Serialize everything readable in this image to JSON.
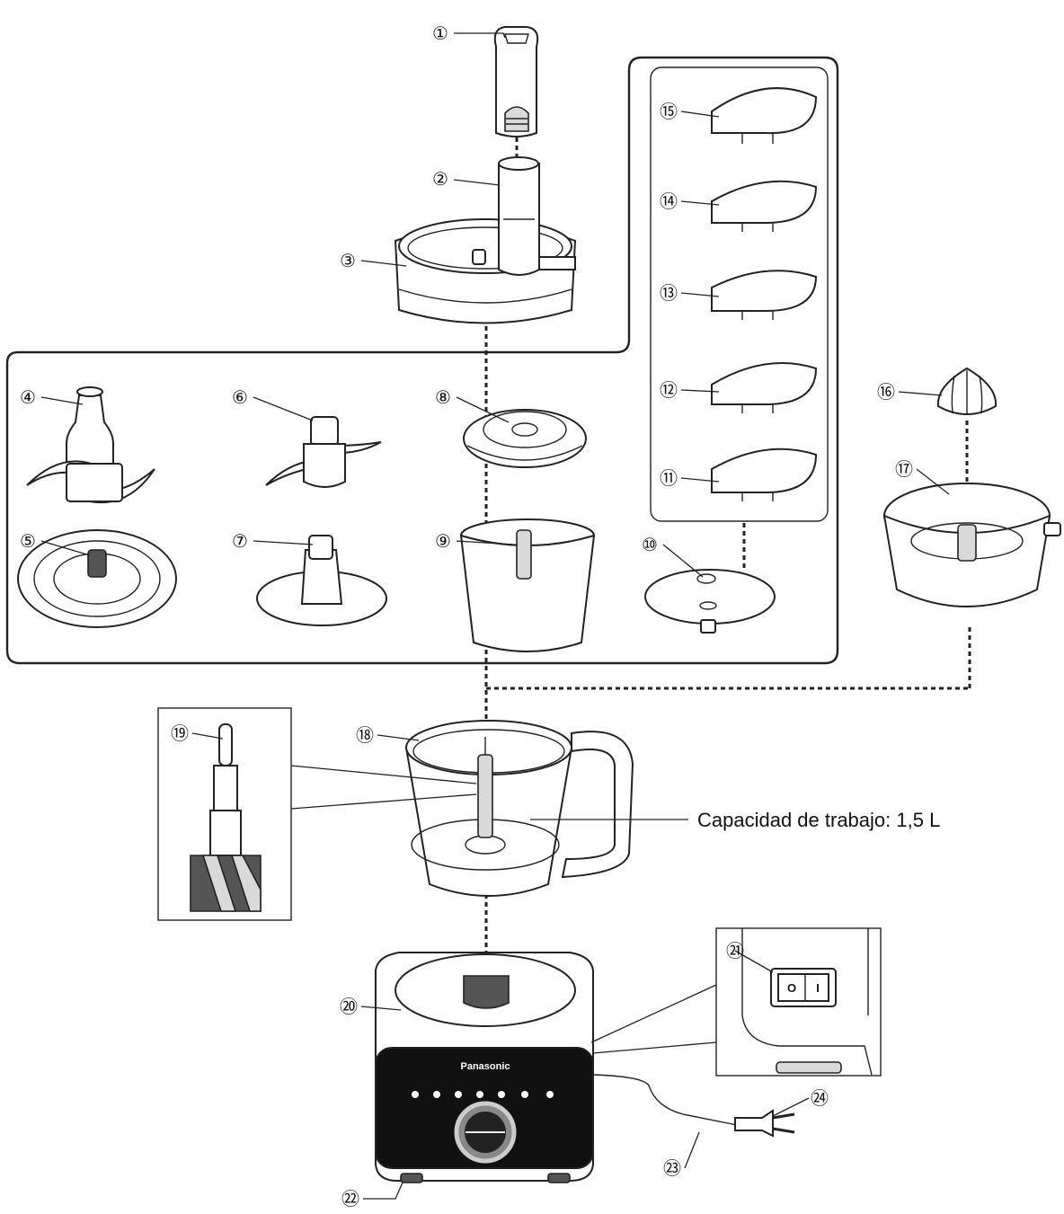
{
  "labels": {
    "p1": "①",
    "p2": "②",
    "p3": "③",
    "p4": "④",
    "p5": "⑤",
    "p6": "⑥",
    "p7": "⑦",
    "p8": "⑧",
    "p9": "⑨",
    "p10": "⑩",
    "p11": "⑪",
    "p12": "⑫",
    "p13": "⑬",
    "p14": "⑭",
    "p15": "⑮",
    "p16": "⑯",
    "p17": "⑰",
    "p18": "⑱",
    "p19": "⑲",
    "p20": "⑳",
    "p21": "㉑",
    "p22": "㉒",
    "p23": "㉓",
    "p24": "㉔"
  },
  "caption": "Capacidad de trabajo: 1,5 L",
  "brand": "Panasonic",
  "switch": {
    "off": "O",
    "on": "I"
  }
}
